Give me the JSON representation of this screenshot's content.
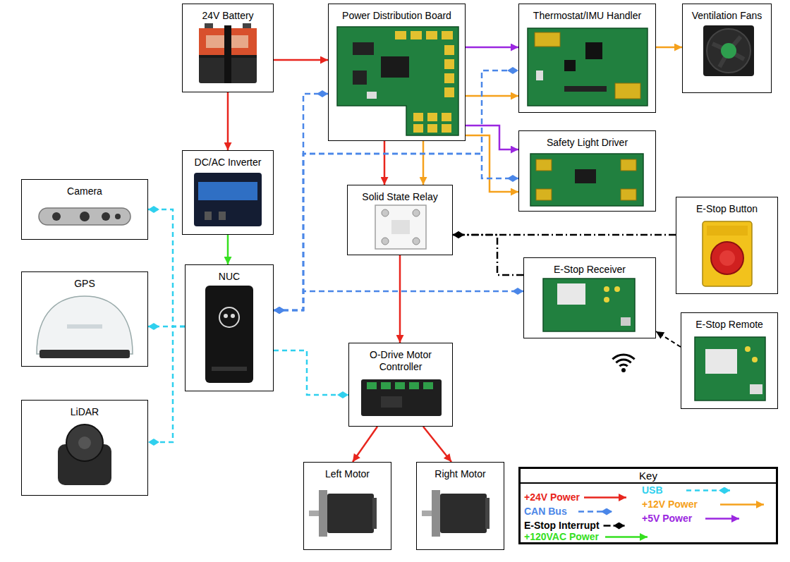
{
  "diagram": {
    "nodes": [
      {
        "text": [
          "24V Battery"
        ]
      },
      {
        "text": [
          "Power Distribution Board"
        ]
      },
      {
        "text": [
          "Thermostat/IMU Handler"
        ]
      },
      {
        "text": [
          "Ventilation Fans"
        ]
      },
      {
        "text": [
          "Camera"
        ]
      },
      {
        "text": [
          "DC/AC Inverter"
        ]
      },
      {
        "text": [
          "Solid State Relay"
        ]
      },
      {
        "text": [
          "Safety Light Driver"
        ]
      },
      {
        "text": [
          "E-Stop Button"
        ]
      },
      {
        "text": [
          "GPS"
        ]
      },
      {
        "text": [
          "NUC"
        ]
      },
      {
        "text": [
          "E-Stop Receiver"
        ]
      },
      {
        "text": [
          "E-Stop Remote"
        ]
      },
      {
        "text": [
          "LiDAR"
        ]
      },
      {
        "text": [
          "O-Drive Motor Controller"
        ]
      },
      {
        "text": [
          "Left Motor"
        ]
      },
      {
        "text": [
          "Right Motor"
        ]
      }
    ],
    "edges": [
      {
        "from": 0,
        "to": 1,
        "arrow": "to"
      },
      {
        "from": 0,
        "to": 5,
        "arrow": "to"
      },
      {
        "from": 5,
        "to": 10,
        "arrow": "to"
      },
      {
        "from": 1,
        "to": 2,
        "arrow": "to"
      },
      {
        "from": 1,
        "to": 2,
        "arrow": "to"
      },
      {
        "from": 1,
        "to": 7,
        "arrow": "to"
      },
      {
        "from": 1,
        "to": 7,
        "arrow": "to"
      },
      {
        "from": 1,
        "to": 6,
        "arrow": "to"
      },
      {
        "from": 1,
        "to": 6,
        "arrow": "to"
      },
      {
        "from": 2,
        "to": 3,
        "arrow": "to"
      },
      {
        "from": 6,
        "to": 14,
        "arrow": "to"
      },
      {
        "from": 14,
        "to": 15,
        "arrow": "to"
      },
      {
        "from": 14,
        "to": 16,
        "arrow": "to"
      },
      {
        "from": 10,
        "to": 14,
        "arrow": "to"
      },
      {
        "from": 10,
        "to": 4,
        "arrow": "to"
      },
      {
        "from": 10,
        "to": 9,
        "arrow": "to"
      },
      {
        "from": 10,
        "to": 13,
        "arrow": "to"
      },
      {
        "from": 10,
        "to": 1,
        "arrow": "both"
      },
      {
        "from": 10,
        "to": 2,
        "arrow": "both"
      },
      {
        "from": 10,
        "to": 7,
        "arrow": "both"
      },
      {
        "from": 10,
        "to": 11,
        "arrow": "both"
      },
      {
        "from": 8,
        "to": 6,
        "arrow": "to"
      },
      {
        "from": 11,
        "to": 6,
        "arrow": "to"
      },
      {
        "from": 12,
        "to": 11,
        "arrow": "to"
      }
    ],
    "labels": [
      "Key"
    ],
    "legend": [
      {
        "text": "+24V Power"
      },
      {
        "text": "USB"
      },
      {
        "text": "CAN Bus"
      },
      {
        "text": "+12V Power"
      },
      {
        "text": "E-Stop Interrupt"
      },
      {
        "text": "+5V Power"
      },
      {
        "text": "+120VAC Power"
      }
    ]
  }
}
